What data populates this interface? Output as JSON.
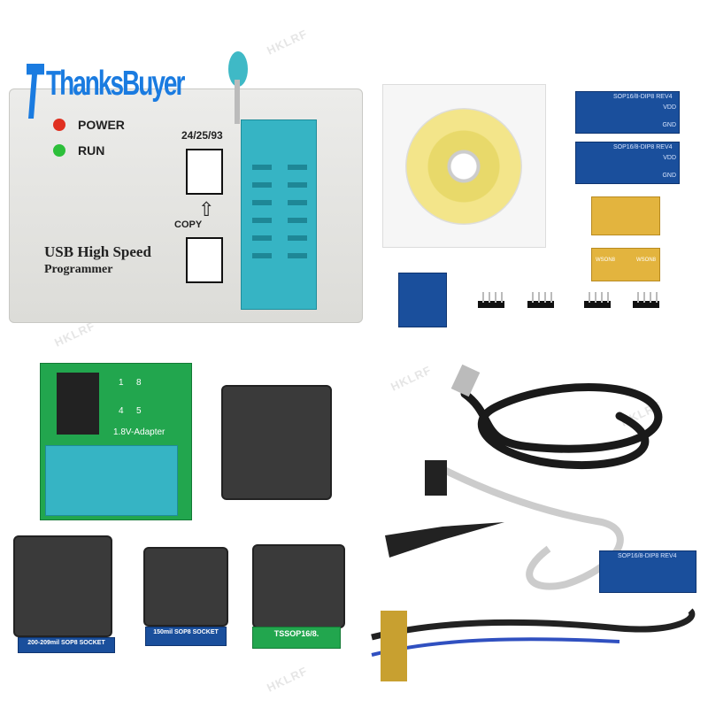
{
  "watermark": "HKLRF",
  "logo": {
    "text": "ThanksBuyer",
    "color": "#1a7be0"
  },
  "programmer": {
    "power_label": "POWER",
    "run_label": "RUN",
    "chip_label": "24/25/93",
    "copy_label": "COPY",
    "title_line1": "USB High Speed",
    "title_line2": "Programmer",
    "power_led_color": "#e03020",
    "run_led_color": "#2cbf3a"
  },
  "adapters": {
    "rev4_label": "SOP16/8-DIP8 REV4",
    "vdd": "VDD",
    "gnd": "GND",
    "wson_label": "WSON8",
    "adapter_18v": "1.8V-Adapter",
    "pin_1": "1",
    "pin_8": "8",
    "pin_4": "4",
    "pin_5": "5"
  },
  "sockets": [
    {
      "label": "200-209mil SOP8 SOCKET"
    },
    {
      "label": "150mil SOP8 SOCKET"
    },
    {
      "label": "TSSOP16/8."
    }
  ]
}
